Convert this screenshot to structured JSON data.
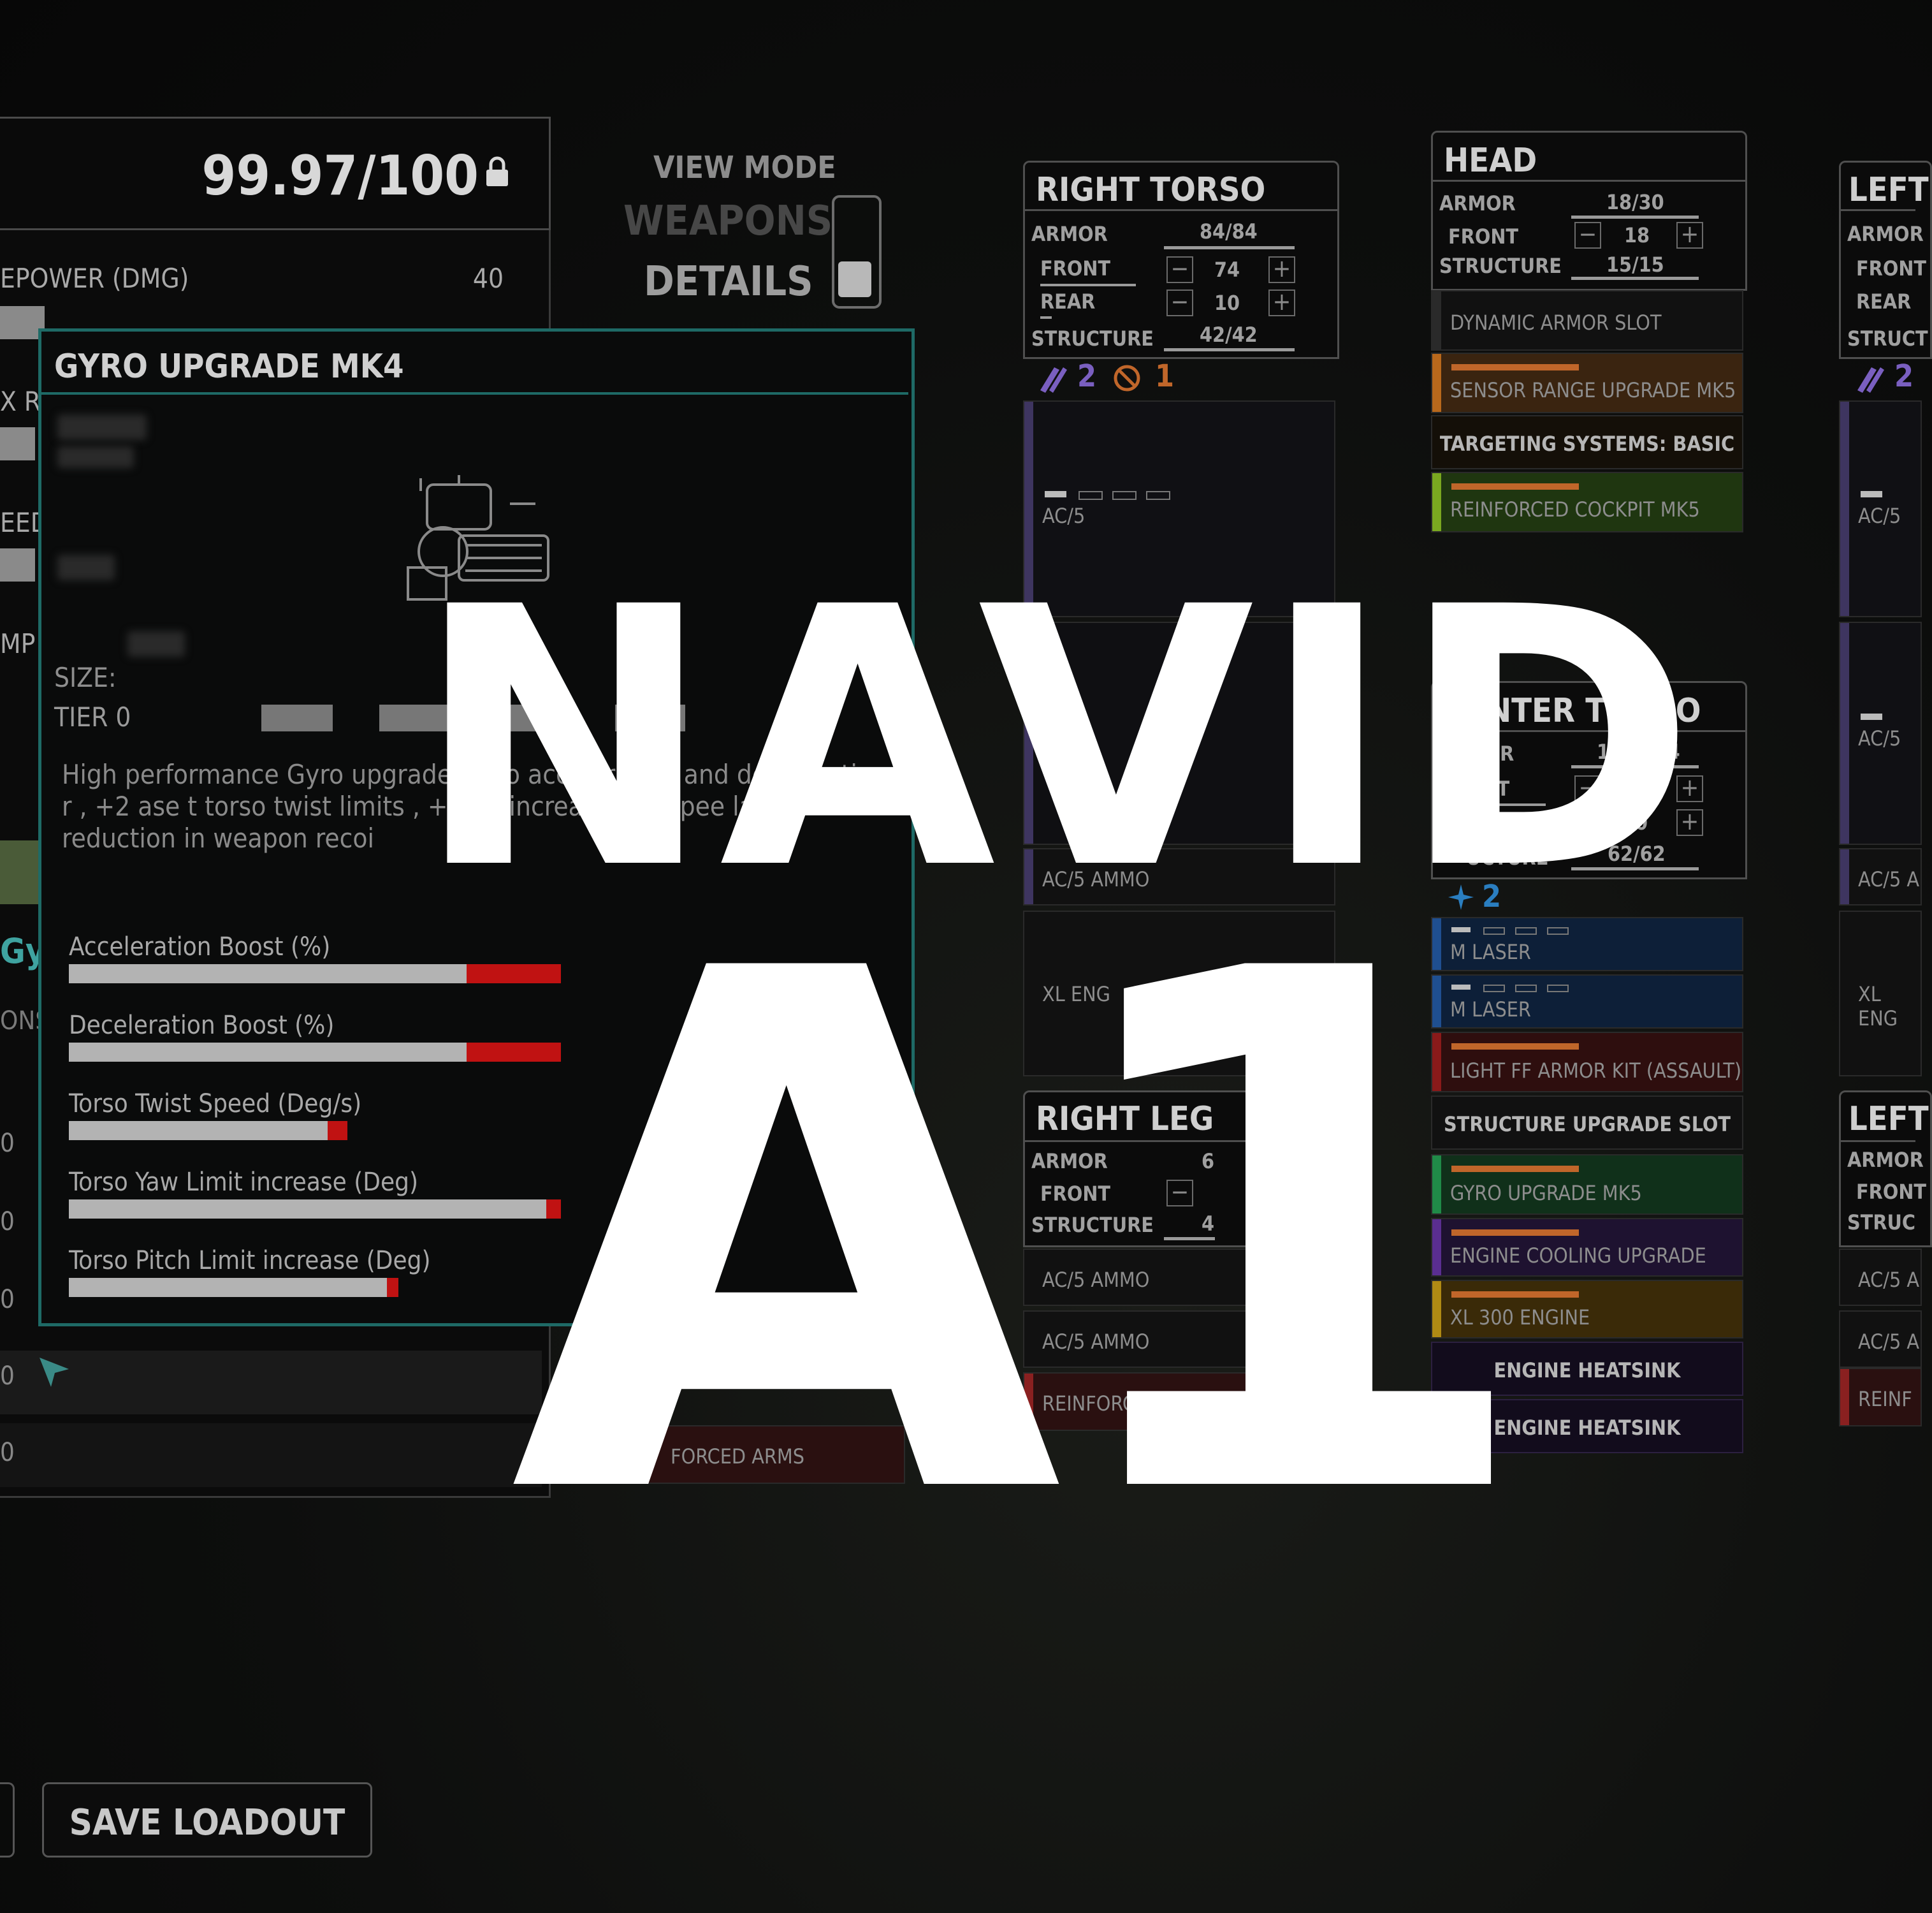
{
  "tonnage": "99.97/100",
  "view_mode": {
    "title": "VIEW MODE",
    "weapons": "WEAPONS",
    "details": "DETAILS"
  },
  "stats": {
    "firepower_label": "EPOWER (DMG)",
    "firepower_value": "40",
    "partial1": "X R",
    "partial2": "EED",
    "partial3": "MP",
    "partial4": "Gyr",
    "partial5": "ONS",
    "partial6": "40",
    "row_vals": [
      "0",
      "0",
      "0",
      "0",
      "0"
    ]
  },
  "popup": {
    "title": "GYRO UPGRADE MK4",
    "size_label": "SIZE:",
    "tier_label": "TIER 0",
    "description": "High performance Gyro upgrade 0% o acceleration and deceleration r , +2 ase t torso twist limits , +40% increa o tors spee large reduction in weapon recoi",
    "stats": [
      {
        "label": "Acceleration Boost (%)",
        "fraction": 0.8,
        "max": 0.99
      },
      {
        "label": "Deceleration Boost (%)",
        "fraction": 0.8,
        "max": 0.99
      },
      {
        "label": "Torso Twist Speed (Deg/s)",
        "fraction": 0.52,
        "max": 0.56
      },
      {
        "label": "Torso Yaw Limit increase (Deg)",
        "fraction": 0.96,
        "max": 0.99
      },
      {
        "label": "Torso Pitch Limit increase (Deg)",
        "fraction": 0.64,
        "max": 0.66
      }
    ]
  },
  "right_torso": {
    "title": "RIGHT TORSO",
    "armor_label": "ARMOR",
    "armor_value": "84/84",
    "front_label": "FRONT",
    "front_value": "74",
    "rear_label": "REAR",
    "rear_value": "10",
    "structure_label": "STRUCTURE",
    "structure_value": "42/42",
    "hardpoint_ballistic": "2",
    "hardpoint_other": "1",
    "slots": [
      "AC/5",
      "AC/5 AMMO",
      "XL ENG"
    ]
  },
  "right_leg": {
    "title": "RIGHT LEG",
    "armor_label": "ARMOR",
    "front_label": "FRONT",
    "structure_label": "STRUCTURE",
    "armor_partial": "6",
    "structure_partial": "4",
    "slots": [
      "AC/5 AMMO",
      "AC/5 AMMO",
      "REINFORCED LEGS"
    ]
  },
  "right_arm_partial": {
    "slot": "FORCED ARMS"
  },
  "head": {
    "title": "HEAD",
    "armor_label": "ARMOR",
    "armor_value": "18/30",
    "front_label": "FRONT",
    "front_value": "18",
    "structure_label": "STRUCTURE",
    "structure_value": "15/15",
    "slots": [
      "DYNAMIC ARMOR SLOT",
      "SENSOR RANGE UPGRADE MK5",
      "TARGETING SYSTEMS: BASIC",
      "REINFORCED COCKPIT MK5"
    ]
  },
  "center_torso": {
    "title": "ENTER TORSO",
    "armor_label": "MOR",
    "armor_value": "124/124",
    "front_label": "ONT",
    "front_value": "114",
    "rear_label": "AR",
    "rear_value": "10",
    "structure_label": "UCTURE",
    "structure_value": "62/62",
    "hardpoint_energy": "2",
    "slots": [
      "M LASER",
      "M LASER",
      "LIGHT FF ARMOR KIT (ASSAULT)",
      "STRUCTURE UPGRADE SLOT",
      "GYRO UPGRADE MK5",
      "ENGINE COOLING UPGRADE",
      "XL 300 ENGINE",
      "ENGINE HEATSINK",
      "ENGINE HEATSINK"
    ]
  },
  "left_torso": {
    "title": "LEFT",
    "armor_label": "ARMOR",
    "front_label": "FRONT",
    "rear_label": "REAR",
    "structure_label": "STRUCT",
    "hardpoint": "2",
    "slots": [
      "AC/5",
      "AC/5",
      "AC/5 A",
      "XL ENG"
    ]
  },
  "left_leg": {
    "title": "LEFT",
    "armor_label": "ARMOR",
    "front_label": "FRONT",
    "structure_label": "STRUC",
    "slots": [
      "AC/5 A",
      "AC/5 A",
      "REINF"
    ]
  },
  "save_button": "SAVE LOADOUT",
  "overlay": {
    "line1": "NAVID",
    "line2": "A1"
  },
  "colors": {
    "popup_border": "#1e6a66",
    "red_bar": "#c01212",
    "purple_accent": "#5b4b8a",
    "blue_slot": "#0f2a4a",
    "green_slot": "#1f4a14",
    "orange_slot": "#4a2e10",
    "red_slot": "#3a1212"
  }
}
